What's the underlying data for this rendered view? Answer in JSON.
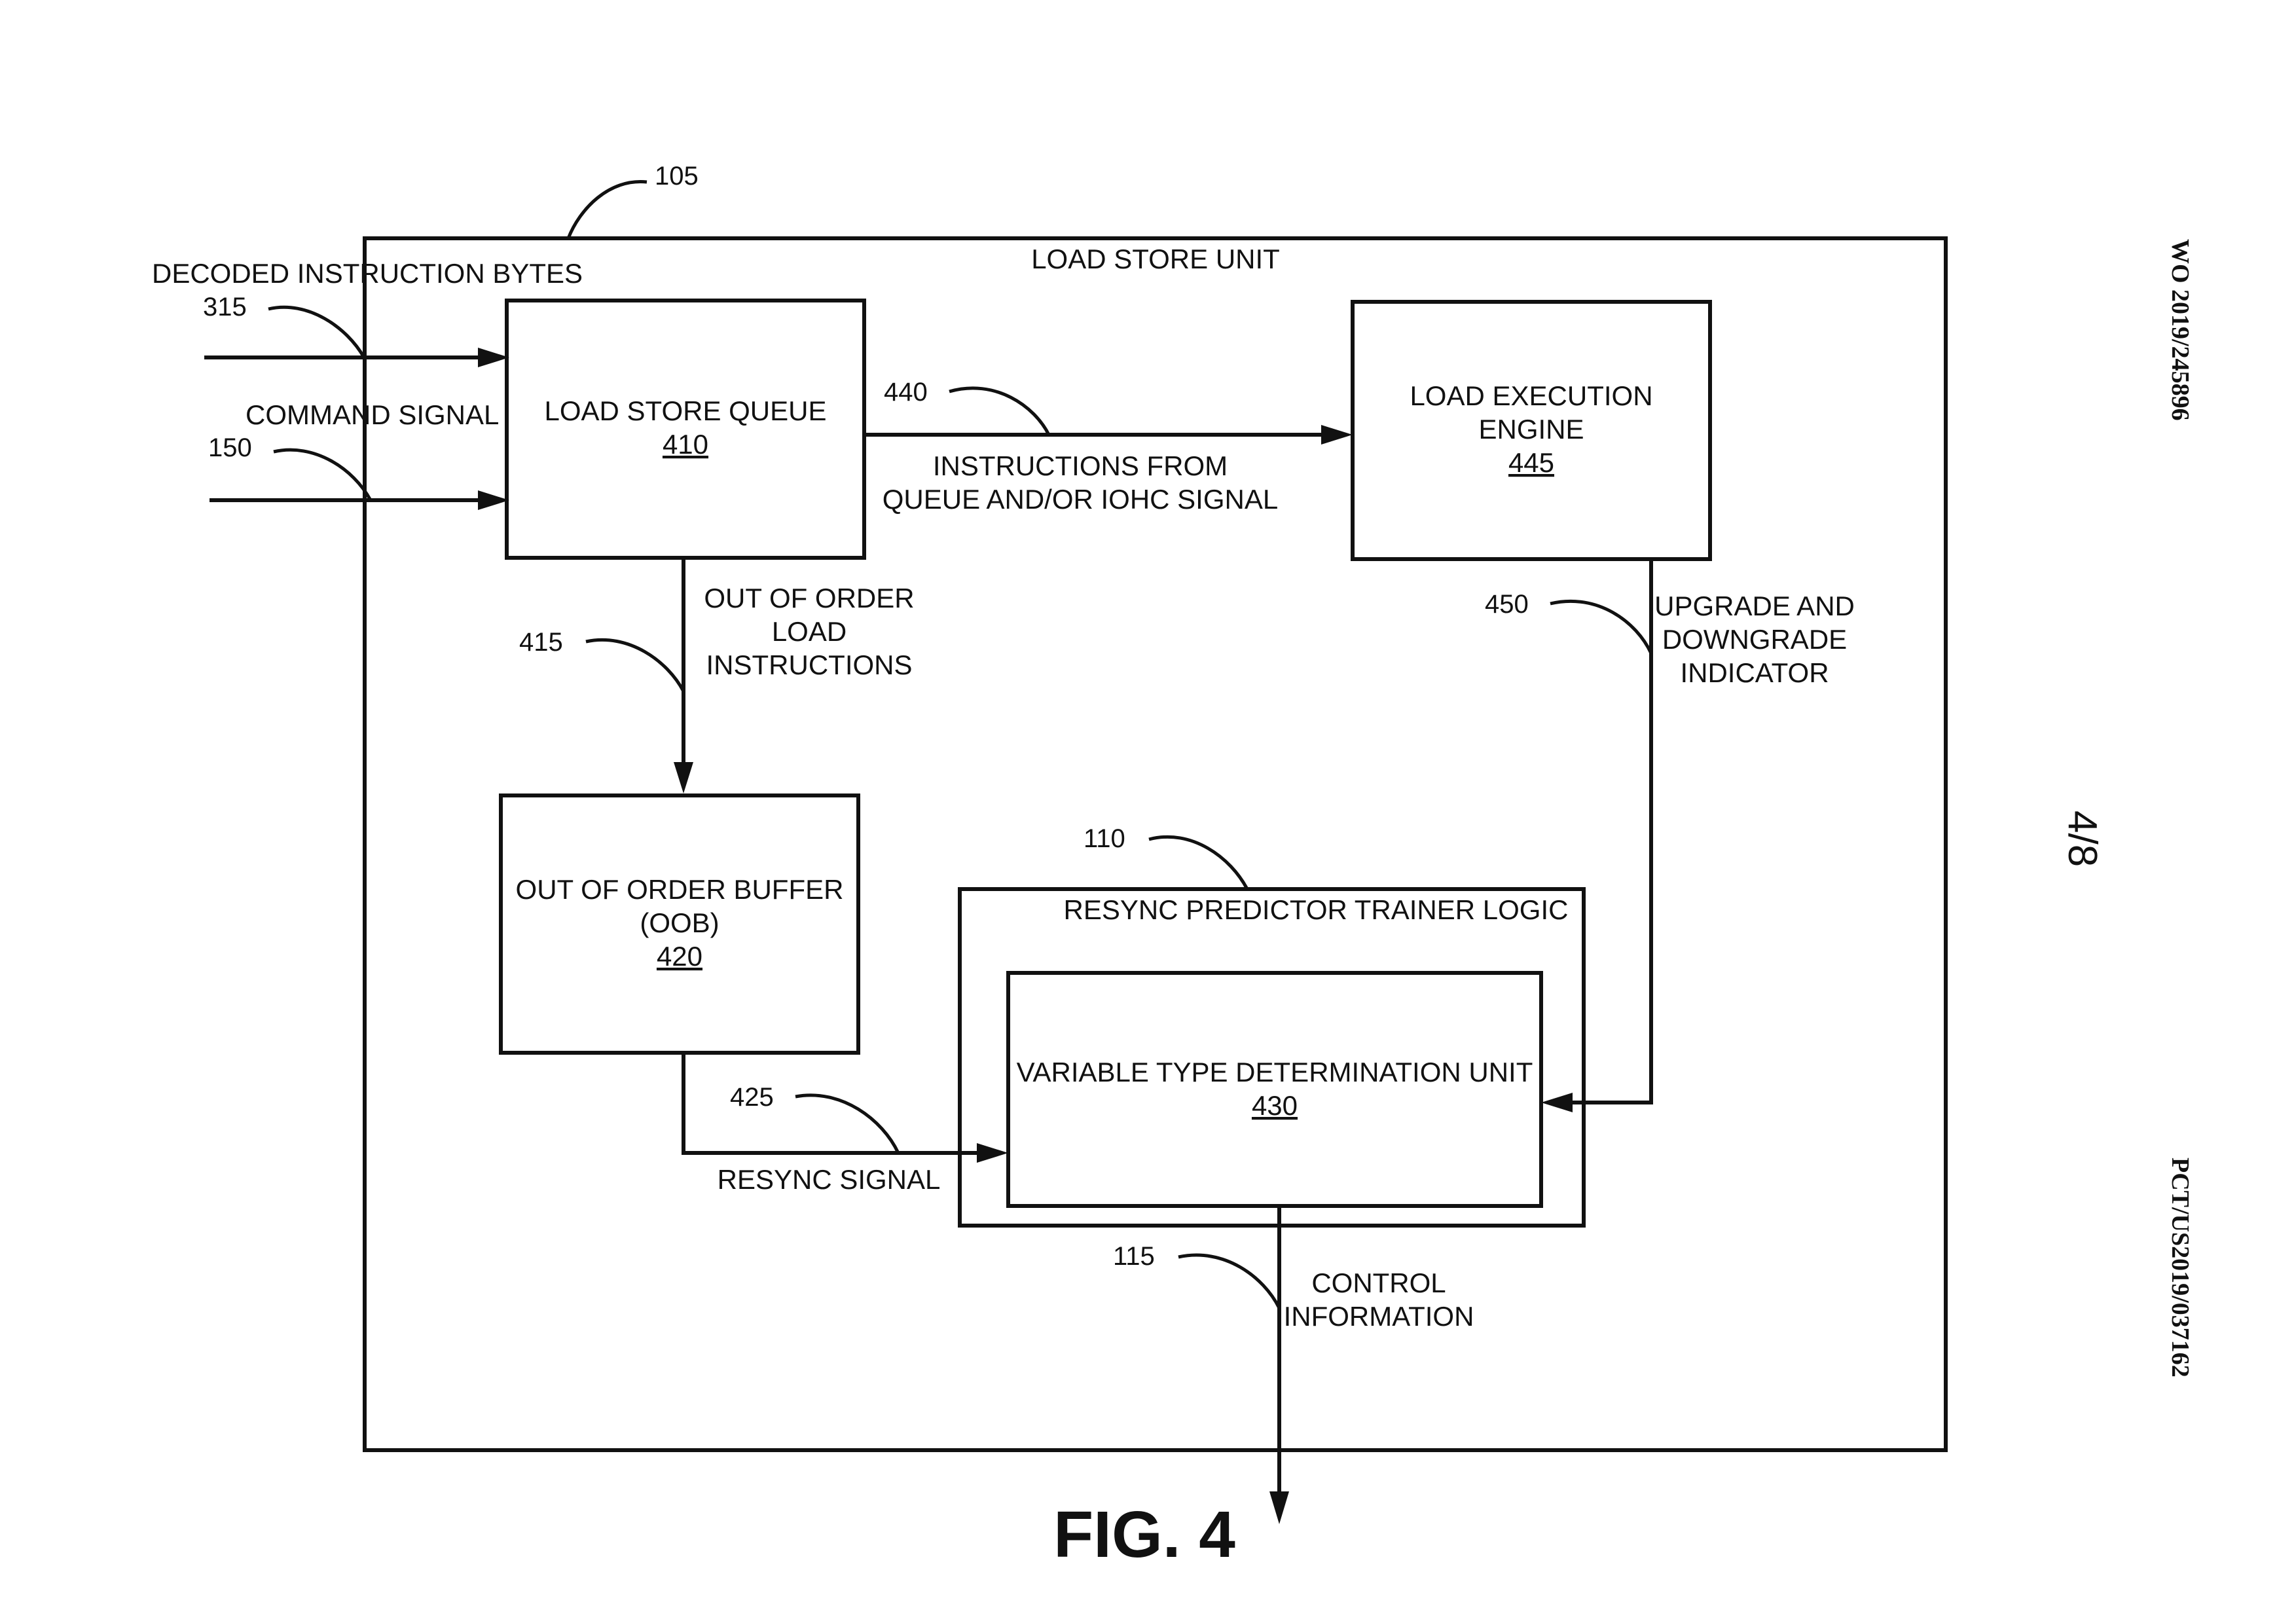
{
  "reference_numerals": {
    "load_store_unit": "105",
    "decoded_instruction_bytes": "315",
    "command_signal": "150",
    "instructions_path": "440",
    "out_of_order_loads": "415",
    "upgrade_downgrade": "450",
    "resync_predictor": "110",
    "resync_signal": "425",
    "control_information": "115"
  },
  "blocks": {
    "load_store_unit": {
      "title": "LOAD STORE UNIT"
    },
    "load_store_queue": {
      "title": "LOAD STORE QUEUE",
      "number": "410"
    },
    "load_execution_engine": {
      "line1": "LOAD EXECUTION",
      "line2": "ENGINE",
      "number": "445"
    },
    "out_of_order_buffer": {
      "line1": "OUT OF ORDER BUFFER",
      "line2": "(OOB)",
      "number": "420"
    },
    "resync_predictor_trainer_logic": {
      "title": "RESYNC PREDICTOR TRAINER LOGIC"
    },
    "variable_type_determination_unit": {
      "title": "VARIABLE TYPE DETERMINATION UNIT",
      "number": "430"
    }
  },
  "signals": {
    "decoded_instruction_bytes": "DECODED INSTRUCTION BYTES",
    "command_signal": "COMMAND SIGNAL",
    "instructions_line1": "INSTRUCTIONS FROM",
    "instructions_line2": "QUEUE AND/OR IOHC SIGNAL",
    "ooo_line1": "OUT OF ORDER",
    "ooo_line2": "LOAD",
    "ooo_line3": "INSTRUCTIONS",
    "upgrade_line1": "UPGRADE AND",
    "upgrade_line2": "DOWNGRADE",
    "upgrade_line3": "INDICATOR",
    "resync_signal": "RESYNC SIGNAL",
    "control_line1": "CONTROL",
    "control_line2": "INFORMATION"
  },
  "figure_label": "FIG. 4",
  "page_marks": {
    "publication_number": "WO 2019/245896",
    "sheet": "4/8",
    "application_number": "PCT/US2019/037162"
  }
}
